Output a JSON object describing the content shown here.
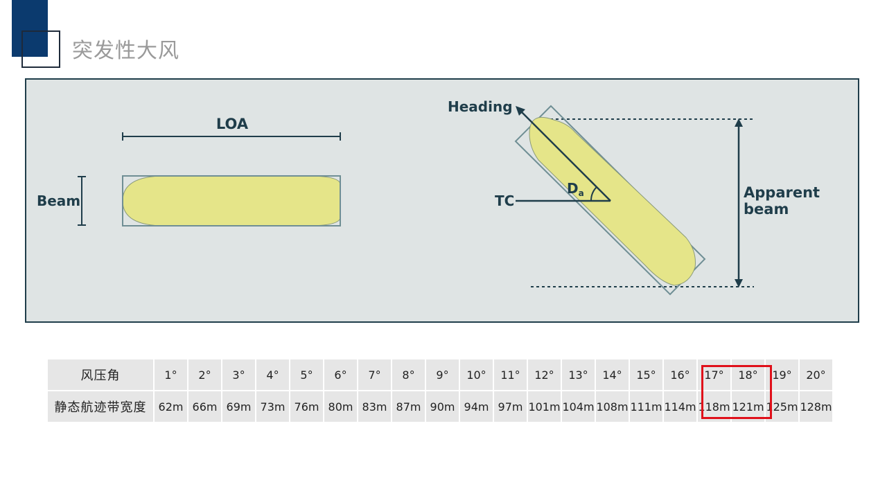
{
  "page": {
    "title": "突发性大风"
  },
  "diagram": {
    "loa_label": "LOA",
    "beam_label": "Beam",
    "heading_label": "Heading",
    "tc_label": "TC",
    "drift_label": "D",
    "drift_sub": "a",
    "apparent_beam_line1": "Apparent",
    "apparent_beam_line2": "beam",
    "colors": {
      "hull": "#e5e589",
      "ink": "#1f3d4a",
      "box": "#6f8e94",
      "panel": "#dfe4e4"
    }
  },
  "table": {
    "row1_label": "风压角",
    "row2_label": "静态航迹带宽度",
    "angles": [
      "1°",
      "2°",
      "3°",
      "4°",
      "5°",
      "6°",
      "7°",
      "8°",
      "9°",
      "10°",
      "11°",
      "12°",
      "13°",
      "14°",
      "15°",
      "16°",
      "17°",
      "18°",
      "19°",
      "20°"
    ],
    "widths": [
      "62m",
      "66m",
      "69m",
      "73m",
      "76m",
      "80m",
      "83m",
      "87m",
      "90m",
      "94m",
      "97m",
      "101m",
      "104m",
      "108m",
      "111m",
      "114m",
      "118m",
      "121m",
      "125m",
      "128m"
    ],
    "highlight_color": "#e0101a"
  }
}
